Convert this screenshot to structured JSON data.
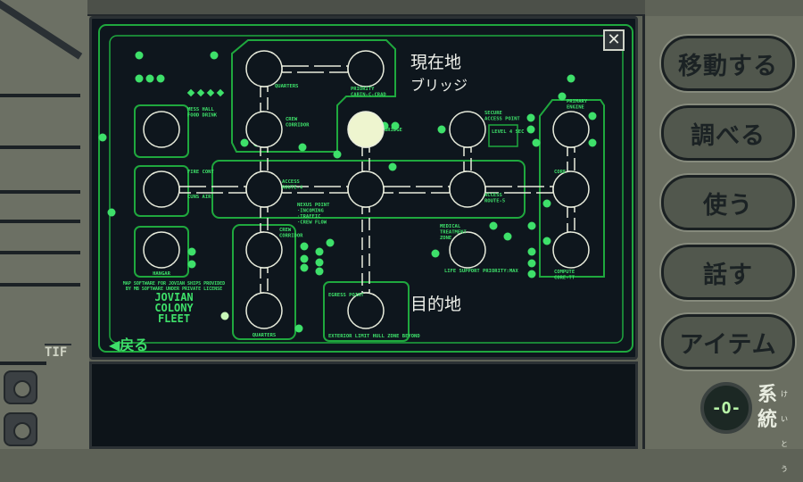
{
  "map": {
    "current_location_label": "現在地",
    "current_location_value": "ブリッジ",
    "destination_label": "目的地",
    "close_icon": "close-icon",
    "back_label": "◀戻る",
    "level_badge": "LEVEL 4 SEC",
    "rooms": [
      {
        "id": "quarters-top",
        "label": "QUARTERS"
      },
      {
        "id": "priority-cabin",
        "label": "PRIORITY CABIN-C-CRAD"
      },
      {
        "id": "crew-corridor",
        "label": "CREW CORRIDOR"
      },
      {
        "id": "bridge",
        "label": "BRIDGE",
        "current": true
      },
      {
        "id": "secure-access",
        "label": "SECURE ACCESS POINT"
      },
      {
        "id": "primary-engine",
        "label": "PRIMARY ENGINE"
      },
      {
        "id": "mess-hall",
        "label": "MESS HALL FOOD DRINK"
      },
      {
        "id": "fire-cont",
        "label": "FIRE CONT"
      },
      {
        "id": "access-route-4",
        "label": "ACCESS ROUTE-4"
      },
      {
        "id": "nexus-point",
        "label": "NEXUS POINT ·INCOMING ·TRAFFIC ·CREW FLOW"
      },
      {
        "id": "access-route-5",
        "label": "ACCESS ROUTE-5"
      },
      {
        "id": "core",
        "label": "CORE"
      },
      {
        "id": "hangar",
        "label": "HANGAR"
      },
      {
        "id": "crew-corridor-2",
        "label": "CREW CORRIDOR"
      },
      {
        "id": "medical",
        "label": "MEDICAL TREATMENT ZONE"
      },
      {
        "id": "compute-core",
        "label": "COMPUTE CORE-TT"
      },
      {
        "id": "quarters-bottom",
        "label": "QUARTERS"
      },
      {
        "id": "egress-point",
        "label": "EGRESS POINT"
      }
    ],
    "extra_labels": {
      "cuns_air": "CUNS AIR",
      "life_support": "LIFE SUPPORT PRIORITY:MAX",
      "exterior": "EXTERIOR LIMIT HULL ZONE BEYOND"
    },
    "brand": {
      "license": "MAP SOFTWARE FOR JOVIAN SHIPS PROVIDED BY MB SOFTWARE UNDER PRIVATE LICENSE",
      "line1": "JOVIAN",
      "line2": "COLONY",
      "line3": "FLEET"
    }
  },
  "commands": [
    {
      "label": "移動する"
    },
    {
      "label": "調べる"
    },
    {
      "label": "使う"
    },
    {
      "label": "話す"
    },
    {
      "label": "アイテム"
    }
  ],
  "system": {
    "label": "系統",
    "ruby": "けい とう",
    "icon": "-O-"
  },
  "panel_badge": "TIF",
  "colors": {
    "screen": "#0e161d",
    "trace": "#1fa83e",
    "node": "#3ee06a",
    "room_outline": "#e8ecdc",
    "current_room": "#eef5cf",
    "panel": "#6a6e61"
  }
}
